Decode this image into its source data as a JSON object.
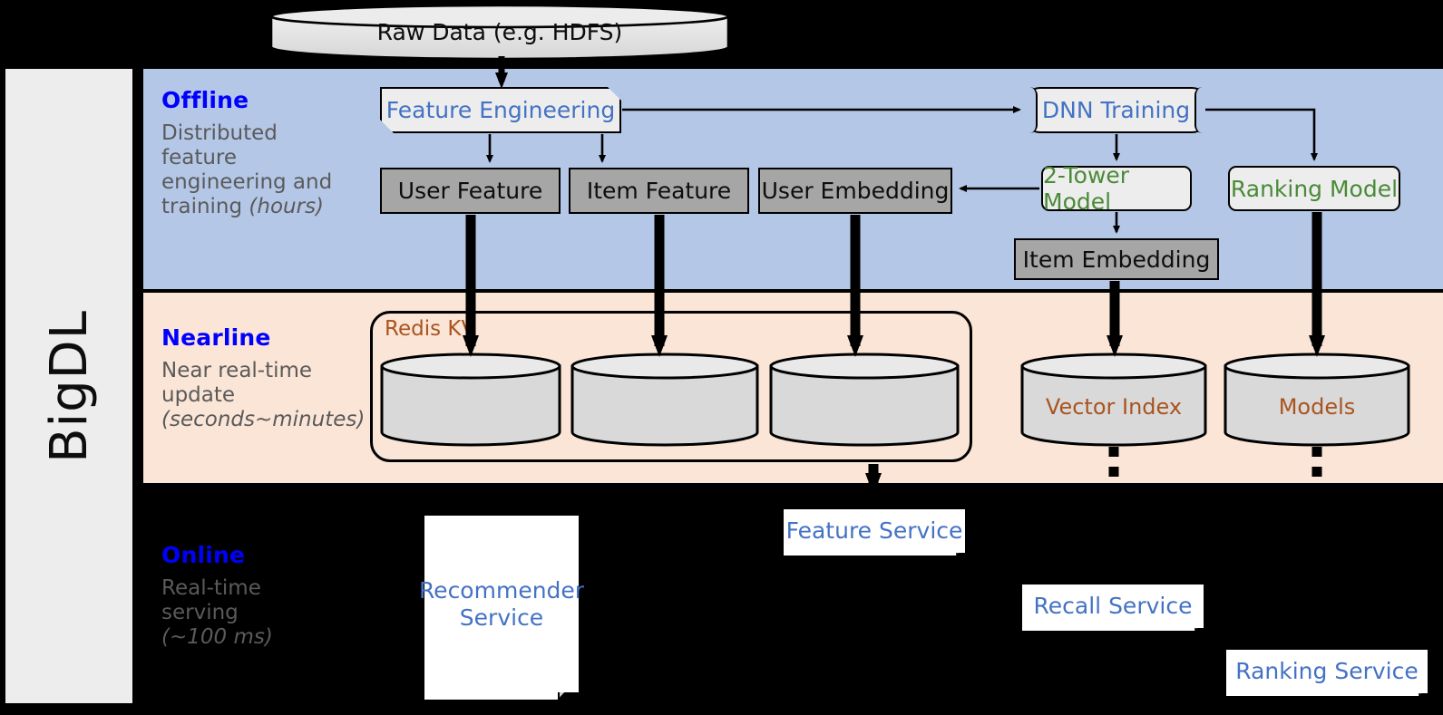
{
  "platform": {
    "name": "BigDL"
  },
  "top": {
    "raw_data_label": "Raw Data (e.g. HDFS)"
  },
  "bands": [
    {
      "id": "offline",
      "title": "Offline",
      "desc_line1": "Distributed",
      "desc_line2": "feature",
      "desc_line3": "engineering and",
      "desc_line4": "training ",
      "desc_em": "(hours)",
      "bg": "#b4c7e7"
    },
    {
      "id": "nearline",
      "title": "Nearline",
      "desc_line1": "Near real-time",
      "desc_line2": "update",
      "desc_em": "(seconds~minutes)",
      "bg": "#fbe5d6"
    },
    {
      "id": "online",
      "title": "Online",
      "desc_line1": "Real-time",
      "desc_line2": "serving",
      "desc_em": "(~100 ms)",
      "bg": "#000000"
    }
  ],
  "offline": {
    "feature_engineering": "Feature Engineering",
    "dnn_training": "DNN Training",
    "user_feature": "User Feature",
    "item_feature": "Item Feature",
    "user_embedding": "User Embedding",
    "item_embedding": "Item Embedding",
    "two_tower_model": "2-Tower Model",
    "ranking_model": "Ranking Model"
  },
  "nearline": {
    "redis_kv": "Redis KV",
    "store_1": "",
    "store_2": "",
    "store_3": "",
    "vector_index": "Vector Index",
    "models": "Models"
  },
  "online": {
    "recommender_service_line1": "Recommender",
    "recommender_service_line2": "Service",
    "feature_service": "Feature Service",
    "recall_service": "Recall Service",
    "ranking_service": "Ranking Service"
  },
  "colors": {
    "blue_band": "#b4c7e7",
    "peach_band": "#fbe5d6",
    "gray_box": "#a6a6a6",
    "light_box": "#ededed",
    "title_blue": "#0000ff",
    "text_blue": "#4472c4",
    "text_green": "#4a8a37",
    "text_brown": "#a9541f",
    "desc_gray": "#5a5a5a",
    "cylinder": "#d9d9d9"
  }
}
